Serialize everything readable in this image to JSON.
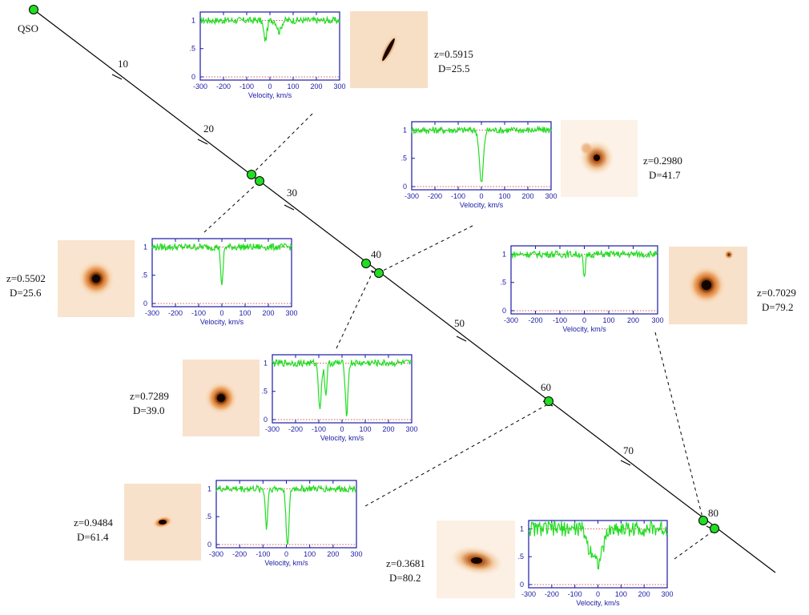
{
  "sightline": {
    "qso_label": "QSO",
    "distance_ticks": [
      "10",
      "20",
      "30",
      "40",
      "50",
      "60",
      "70",
      "80"
    ]
  },
  "spectrum_axis": {
    "xlabel": "Velocity, km/s",
    "xticks": [
      "-300",
      "-200",
      "-100",
      "0",
      "100",
      "200",
      "300"
    ],
    "yticks": [
      "0",
      ".5",
      "1"
    ]
  },
  "absorbers": [
    {
      "id": "a1",
      "z_label": "z=0.5915",
      "d_label": "D=25.5",
      "lines": [
        {
          "v": -20,
          "depth": 0.35,
          "w": 10
        },
        {
          "v": 40,
          "depth": 0.2,
          "w": 12
        }
      ]
    },
    {
      "id": "a2",
      "z_label": "z=0.2980",
      "d_label": "D=41.7",
      "lines": [
        {
          "v": 0,
          "depth": 0.95,
          "w": 12
        }
      ]
    },
    {
      "id": "a3",
      "z_label": "z=0.5502",
      "d_label": "D=25.6",
      "lines": [
        {
          "v": 0,
          "depth": 0.72,
          "w": 7
        }
      ]
    },
    {
      "id": "a4",
      "z_label": "z=0.7029",
      "d_label": "D=79.2",
      "lines": [
        {
          "v": 0,
          "depth": 0.45,
          "w": 6
        }
      ]
    },
    {
      "id": "a5",
      "z_label": "z=0.7289",
      "d_label": "D=39.0",
      "lines": [
        {
          "v": -95,
          "depth": 0.78,
          "w": 9
        },
        {
          "v": -70,
          "depth": 0.55,
          "w": 7
        },
        {
          "v": 20,
          "depth": 0.9,
          "w": 8
        }
      ]
    },
    {
      "id": "a6",
      "z_label": "z=0.9484",
      "d_label": "D=61.4",
      "lines": [
        {
          "v": -85,
          "depth": 0.7,
          "w": 7
        },
        {
          "v": 5,
          "depth": 1.0,
          "w": 9
        }
      ]
    },
    {
      "id": "a7",
      "z_label": "z=0.3681",
      "d_label": "D=80.2",
      "lines": [
        {
          "v": 0,
          "depth": 0.6,
          "w": 30
        },
        {
          "v": -40,
          "depth": 0.25,
          "w": 15
        }
      ]
    }
  ]
}
